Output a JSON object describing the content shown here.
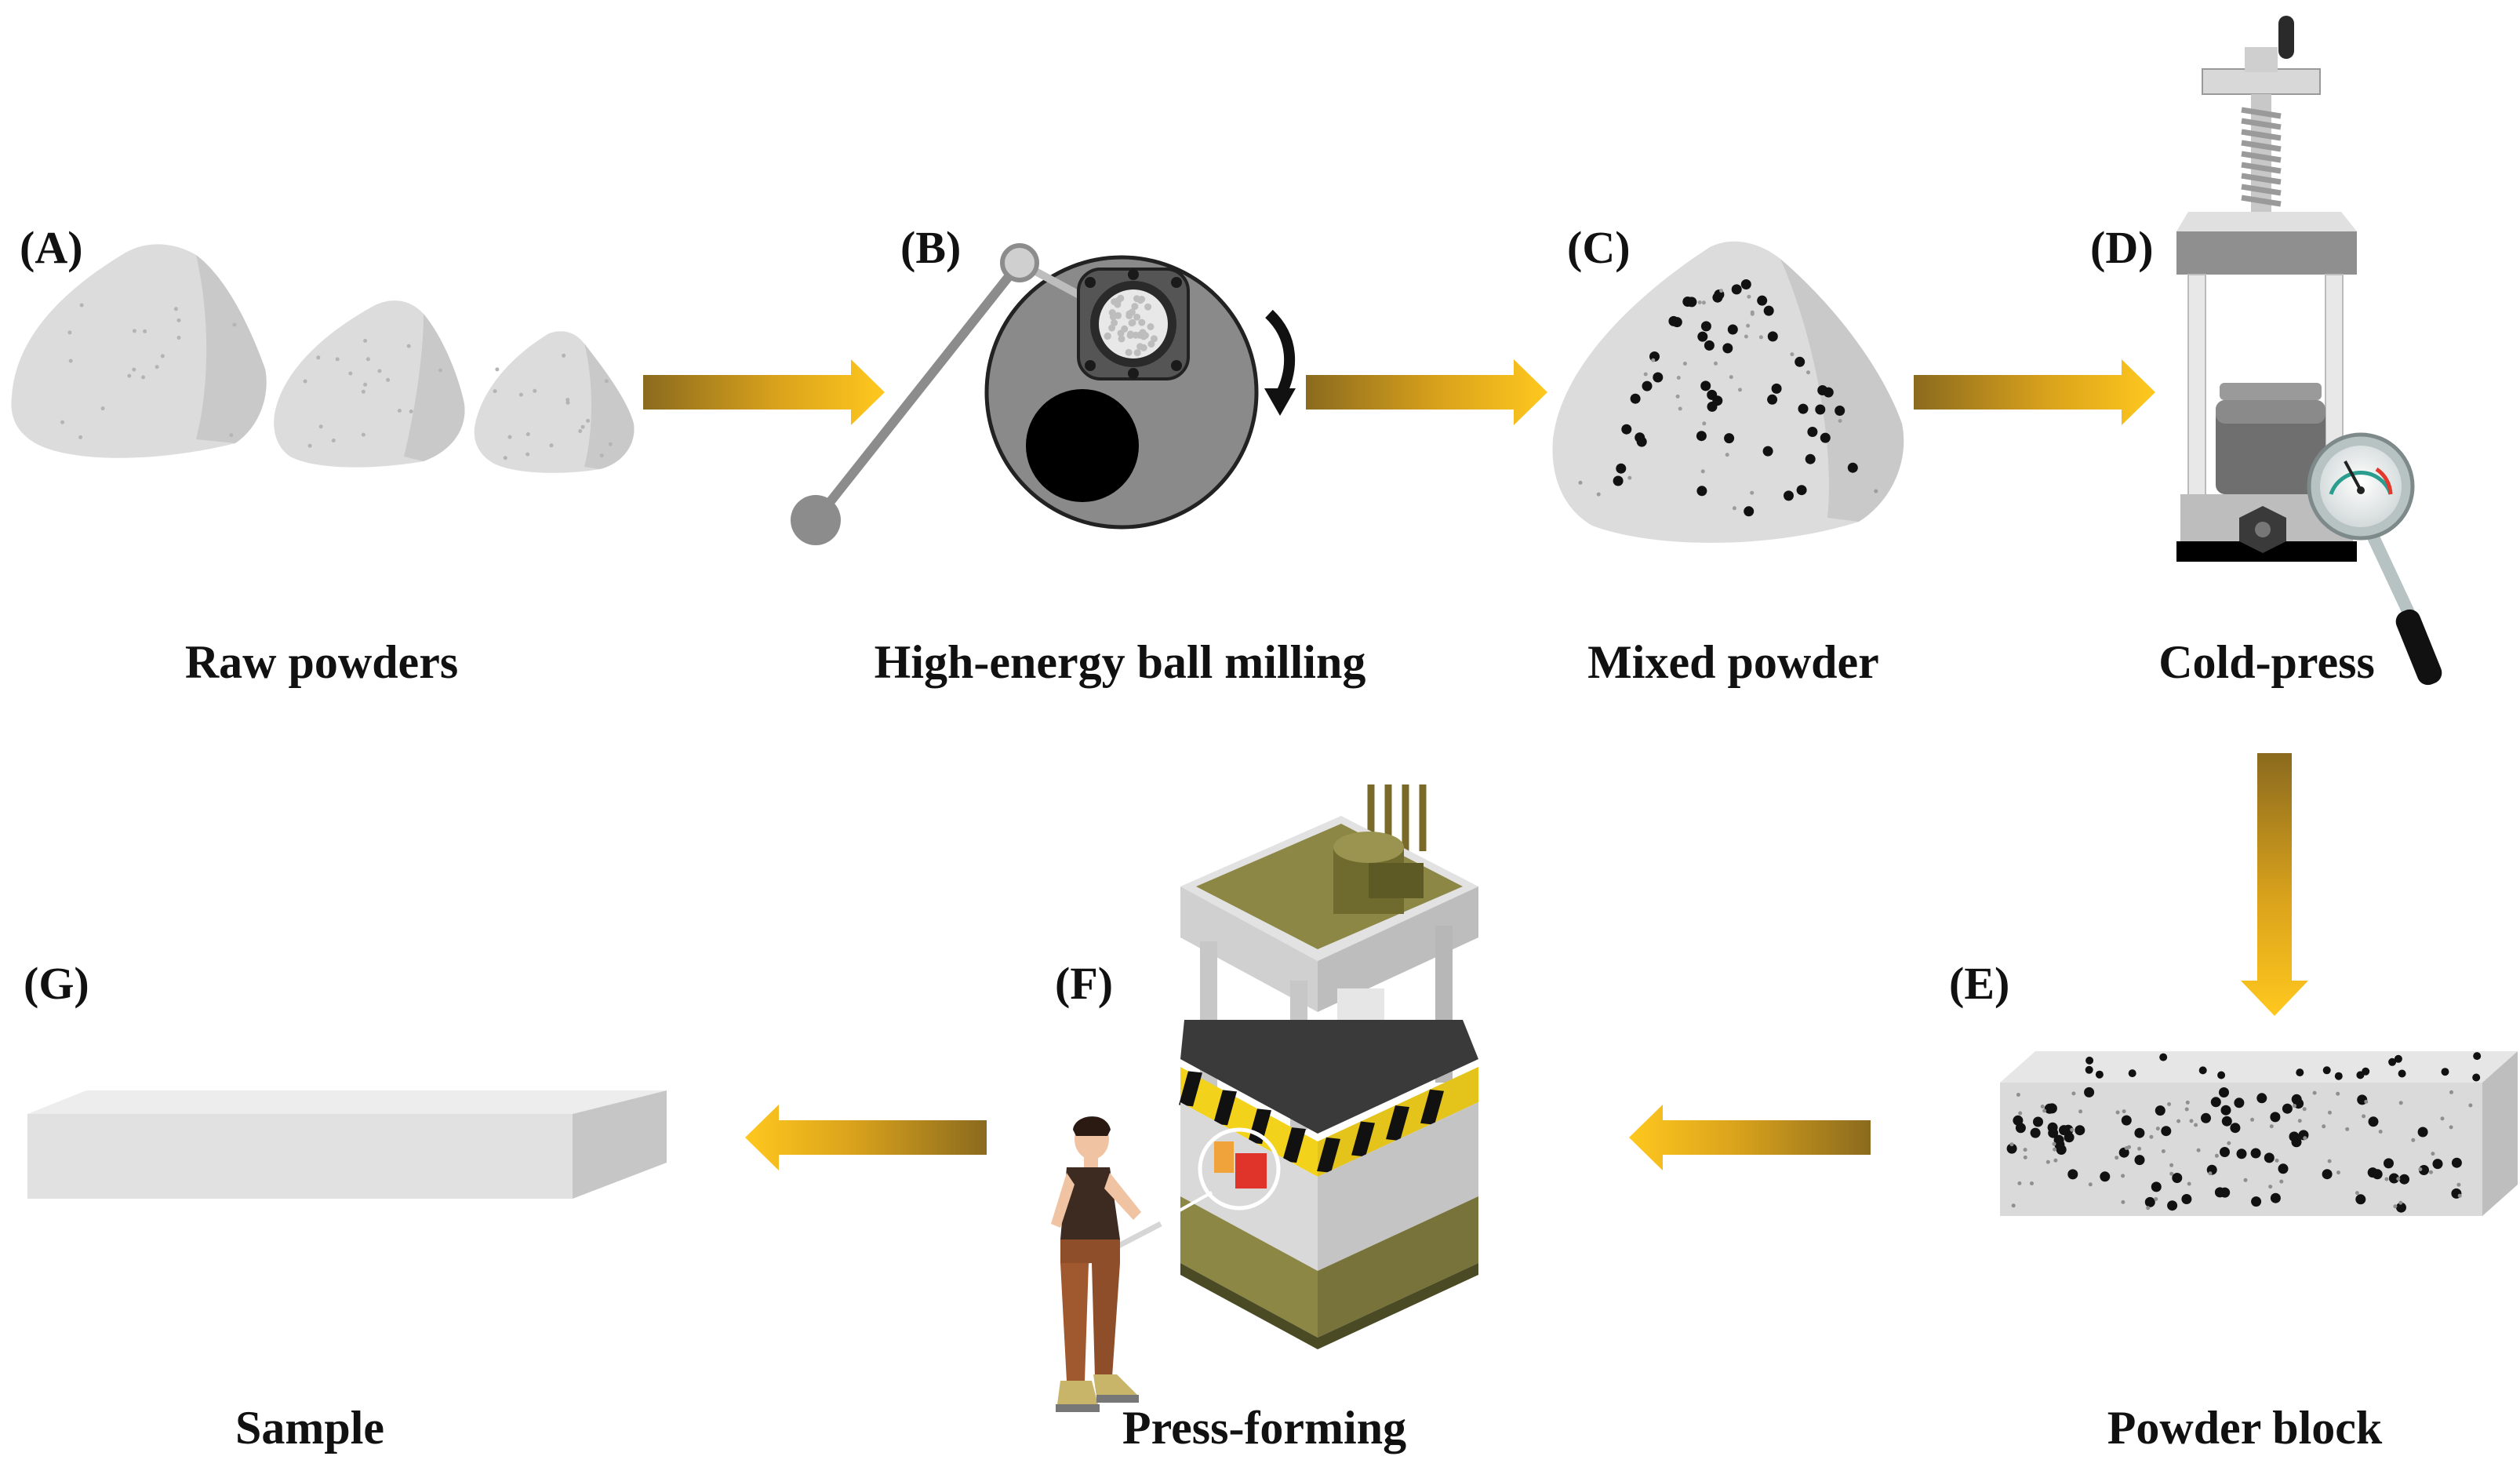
{
  "steps": [
    {
      "letter": "(A)",
      "caption": "Raw powders"
    },
    {
      "letter": "(B)",
      "caption": "High-energy ball milling"
    },
    {
      "letter": "(C)",
      "caption": "Mixed powder"
    },
    {
      "letter": "(D)",
      "caption": "Cold-press"
    },
    {
      "letter": "(E)",
      "caption": "Powder block"
    },
    {
      "letter": "(F)",
      "caption": "Press-forming"
    },
    {
      "letter": "(G)",
      "caption": "Sample"
    }
  ],
  "colors": {
    "arrow_light": "#FFC81E",
    "arrow_dark": "#8A6A1E",
    "powder": "#DCDCDC",
    "powder_shade": "#C8C8C8",
    "particle": "#111111",
    "machine_olive": "#8C8745",
    "machine_grey": "#D6D6D6",
    "hazard_yellow": "#F2D21B"
  },
  "icons": [
    "powder-pile-icon",
    "ball-mill-icon",
    "mixed-powder-icon",
    "cold-press-icon",
    "pressure-gauge-icon",
    "powder-block-icon",
    "hydraulic-press-icon",
    "operator-icon",
    "sample-plate-icon"
  ]
}
